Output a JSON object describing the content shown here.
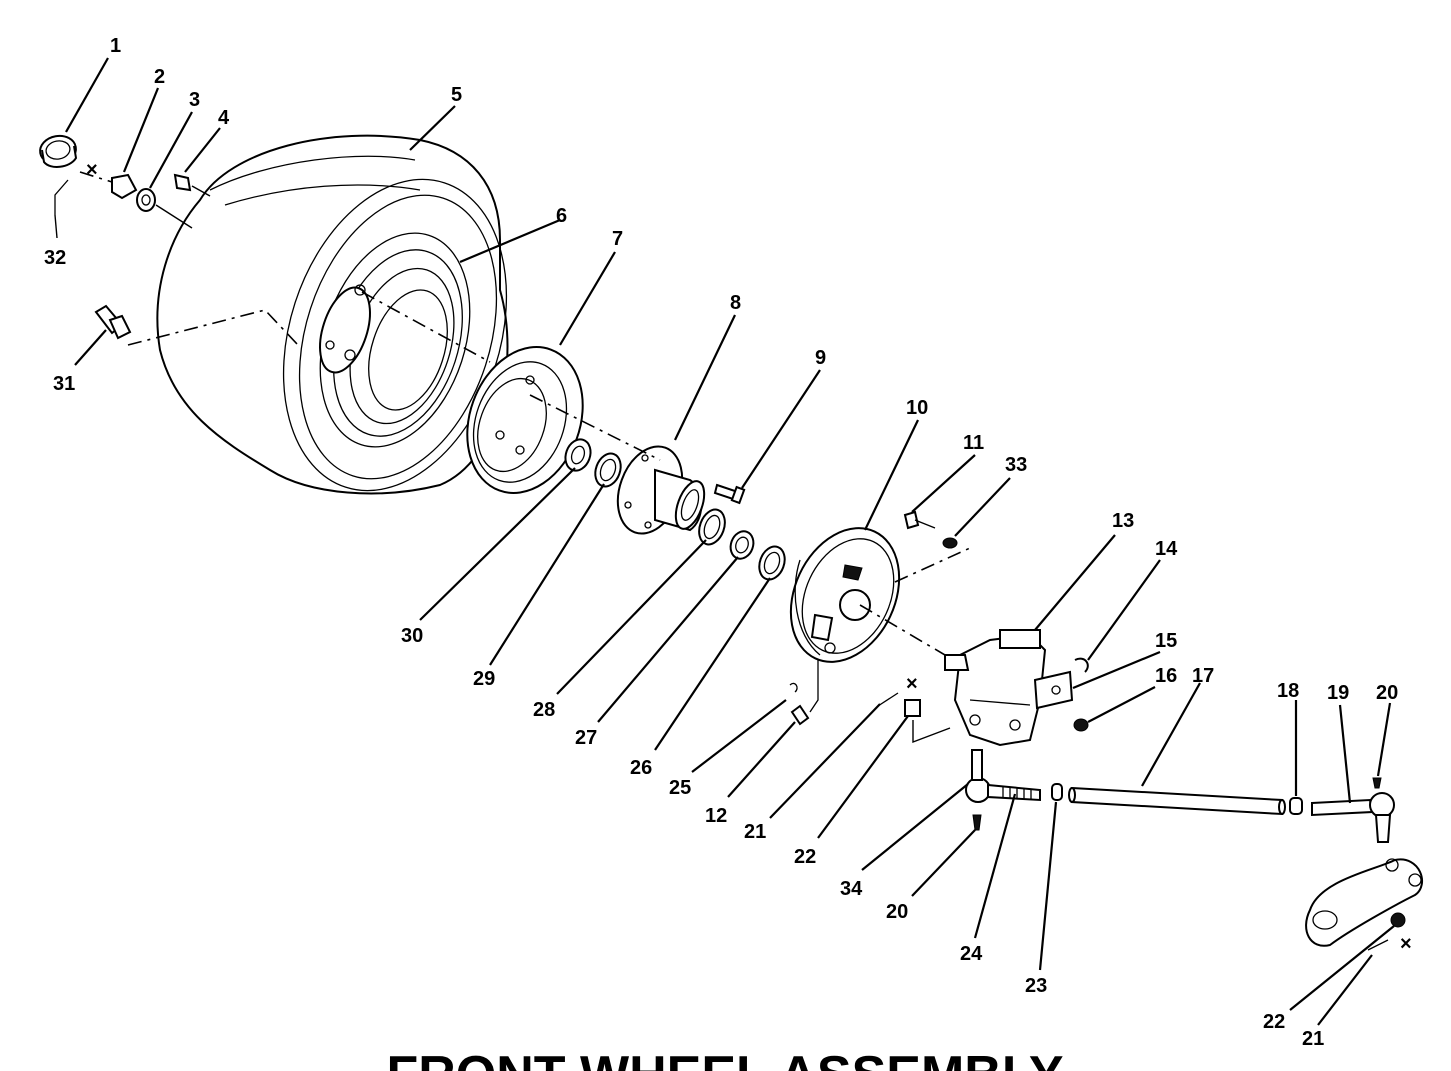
{
  "diagram": {
    "title": "FRONT WHEEL ASSEMBLY",
    "callouts": [
      {
        "id": "c1",
        "text": "1"
      },
      {
        "id": "c2",
        "text": "2"
      },
      {
        "id": "c3",
        "text": "3"
      },
      {
        "id": "c4",
        "text": "4"
      },
      {
        "id": "c5",
        "text": "5"
      },
      {
        "id": "c6",
        "text": "6"
      },
      {
        "id": "c7",
        "text": "7"
      },
      {
        "id": "c8",
        "text": "8"
      },
      {
        "id": "c9",
        "text": "9"
      },
      {
        "id": "c10",
        "text": "10"
      },
      {
        "id": "c11",
        "text": "11"
      },
      {
        "id": "c33a",
        "text": "33"
      },
      {
        "id": "c13",
        "text": "13"
      },
      {
        "id": "c14",
        "text": "14"
      },
      {
        "id": "c15",
        "text": "15"
      },
      {
        "id": "c16",
        "text": "16"
      },
      {
        "id": "c17",
        "text": "17"
      },
      {
        "id": "c18",
        "text": "18"
      },
      {
        "id": "c19",
        "text": "19"
      },
      {
        "id": "c20a",
        "text": "20"
      },
      {
        "id": "c32",
        "text": "32"
      },
      {
        "id": "c31",
        "text": "31"
      },
      {
        "id": "c30",
        "text": "30"
      },
      {
        "id": "c29",
        "text": "29"
      },
      {
        "id": "c28",
        "text": "28"
      },
      {
        "id": "c27",
        "text": "27"
      },
      {
        "id": "c26",
        "text": "26"
      },
      {
        "id": "c25",
        "text": "25"
      },
      {
        "id": "c12",
        "text": "12"
      },
      {
        "id": "c21a",
        "text": "21"
      },
      {
        "id": "c22a",
        "text": "22"
      },
      {
        "id": "c34",
        "text": "34"
      },
      {
        "id": "c20b",
        "text": "20"
      },
      {
        "id": "c24",
        "text": "24"
      },
      {
        "id": "c23",
        "text": "23"
      },
      {
        "id": "c22b",
        "text": "22"
      },
      {
        "id": "c21b",
        "text": "21"
      }
    ]
  }
}
